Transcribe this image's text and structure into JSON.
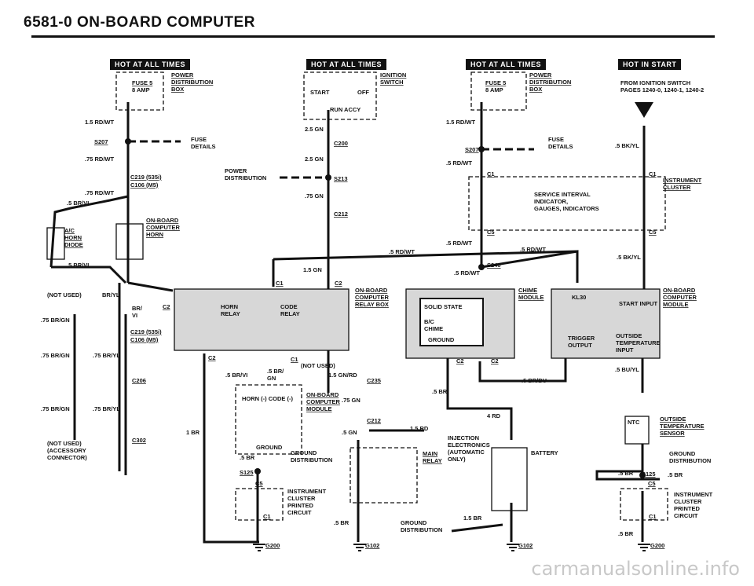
{
  "page_title": "6581-0  ON-BOARD COMPUTER",
  "headers": {
    "hot1": "HOT AT ALL TIMES",
    "hot2": "HOT AT ALL TIMES",
    "hot3": "HOT AT ALL TIMES",
    "hot4": "HOT IN START"
  },
  "labels": {
    "fuse5_a": "FUSE 5",
    "amp8_a": "8 AMP",
    "power_dist_a": "POWER\nDISTRIBUTION\nBOX",
    "rdwt15_a": "1.5 RD/WT",
    "s207_a": "S207",
    "fuse_details_a": "FUSE\nDETAILS",
    "rdwt75_a": ".75 RD/WT",
    "c219_a": "C219 (535i)",
    "c106_a": "C106 (M5)",
    "rdwt75_b": ".75 RD/WT",
    "brvi5_a": ".5 BR/VI",
    "ac_diode": "A/C\nHORN\nDIODE",
    "obc_horn": "ON-BOARD\nCOMPUTER\nHORN",
    "brvi5_b": ".5 BR/VI",
    "start": "START",
    "off": "OFF",
    "run_accy": "RUN  ACCY",
    "ignition_switch": "IGNITION\nSWITCH",
    "gn25_a": "2.5 GN",
    "c200": "C200",
    "gn25_b": "2.5 GN",
    "power_dist_b": "POWER\nDISTRIBUTION",
    "s213": "S213",
    "gn75": ".75 GN",
    "c212_a": "C212",
    "gn15": "1.5 GN",
    "fuse5_b": "FUSE 5",
    "amp8_b": "8 AMP",
    "power_dist_c": "POWER\nDISTRIBUTION\nBOX",
    "rdwt15_b": "1.5 RD/WT",
    "s207_b": "S207",
    "fuse_details_b": "FUSE\nDETAILS",
    "rdwt5_a": ".5 RD/WT",
    "c1_a": "C1",
    "service_interval": "SERVICE INTERVAL\nINDICATOR,\nGAUGES, INDICATORS",
    "c5_a": "C5",
    "rdwt5_b": ".5 RD/WT",
    "rdwt5_c": ".5 RD/WT",
    "rdwt5_d": ".5 RD/WT",
    "s240": "S240",
    "rdwt5_e": ".5 RD/WT",
    "from_ignition": "FROM IGNITION SWITCH\nPAGES 1240-0, 1240-1, 1240-2",
    "bkyl5_a": ".5 BK/YL",
    "c1_b": "C1",
    "instrument_cluster_a": "INSTRUMENT\nCLUSTER",
    "c5_b": "C5",
    "bkyl5_b": ".5 BK/YL",
    "not_used_a": "(NOT USED)",
    "bryl75_a": "BR/YL",
    "brgn75_a": ".75 BR/GN",
    "brvi_c": "BR/\nVI",
    "c2_a": "C2",
    "c219_b": "C219 (535i)",
    "c106_b": "C106 (M5)",
    "brgn75_b": ".75 BR/GN",
    "bryl75_b": ".75 BR/YL",
    "c206": "C206",
    "brgn75_c": ".75 BR/GN",
    "bryl75_c": ".75 BR/YL",
    "c302": "C302",
    "not_used_b": "(NOT USED)\n(ACCESSORY\nCONNECTOR)",
    "horn_relay": "HORN\nRELAY",
    "code_relay": "CODE\nRELAY",
    "obc_relay_box": "ON-BOARD\nCOMPUTER\nRELAY BOX",
    "c1_c": "C1",
    "c2_b": "C2",
    "c2_c": "C2",
    "c1_d": "C1",
    "not_used_c": "(NOT USED)",
    "brvi5_d": ".5 BR/VI",
    "bryl5": ".5 BR/\nGN",
    "gnrd15": "1.5 GN/RD",
    "c235": "C235",
    "horn_code": "HORN (-)  CODE (-)",
    "obc_module_a": "ON-BOARD\nCOMPUTER\nMODULE",
    "gn75_b": ".75 GN",
    "c212_b": "C212",
    "gn5": ".5 GN",
    "br1": "1 BR",
    "ground_a": "GROUND",
    "ground_dist_a": "GROUND\nDISTRIBUTION",
    "br5_a": ".5 BR",
    "s125_a": "S125",
    "c5_c": "C5",
    "instrument_cluster_b": "INSTRUMENT\nCLUSTER\nPRINTED\nCIRCUIT",
    "c1_e": "C1",
    "g200_a": "G200",
    "g102_a": "G102",
    "solid_state": "SOLID STATE",
    "bc_chime": "B/C\nCHIME",
    "ground_b": "GROUND",
    "chime_module": "CHIME\nMODULE",
    "c2_d": "C2",
    "c2_e": "C2",
    "brbu5": ".5 BR/BU",
    "br5_b": ".5 BR",
    "rd4": "4 RD",
    "rd15": "1.5 RD",
    "injection": "INJECTION\nELECTRONICS\n(AUTOMATIC\nONLY)",
    "main_relay": "MAIN\nRELAY",
    "battery": "BATTERY",
    "ground_dist_b": "GROUND\nDISTRIBUTION",
    "br15": "1.5 BR",
    "br5_c": ".5 BR",
    "g102_b": "G102",
    "kl30": "KL30",
    "start_input": "START INPUT",
    "obc_module_b": "ON-BOARD\nCOMPUTER\nMODULE",
    "trigger_output": "TRIGGER\nOUTPUT",
    "outside_temp_input": "OUTSIDE\nTEMPERATURE\nINPUT",
    "buyl5": ".5 BU/YL",
    "ntc": "NTC",
    "outside_temp_sensor": "OUTSIDE\nTEMPERATURE\nSENSOR",
    "ground_dist_c": "GROUND\nDISTRIBUTION",
    "br5_d": ".5 BR",
    "s125_b": "S125",
    "br5_e": ".5 BR",
    "c5_d": "C5",
    "instrument_cluster_c": "INSTRUMENT\nCLUSTER\nPRINTED\nCIRCUIT",
    "c1_f": "C1",
    "br5_f": ".5 BR",
    "g200_b": "G200"
  },
  "watermark": "carmanualsonline.info"
}
